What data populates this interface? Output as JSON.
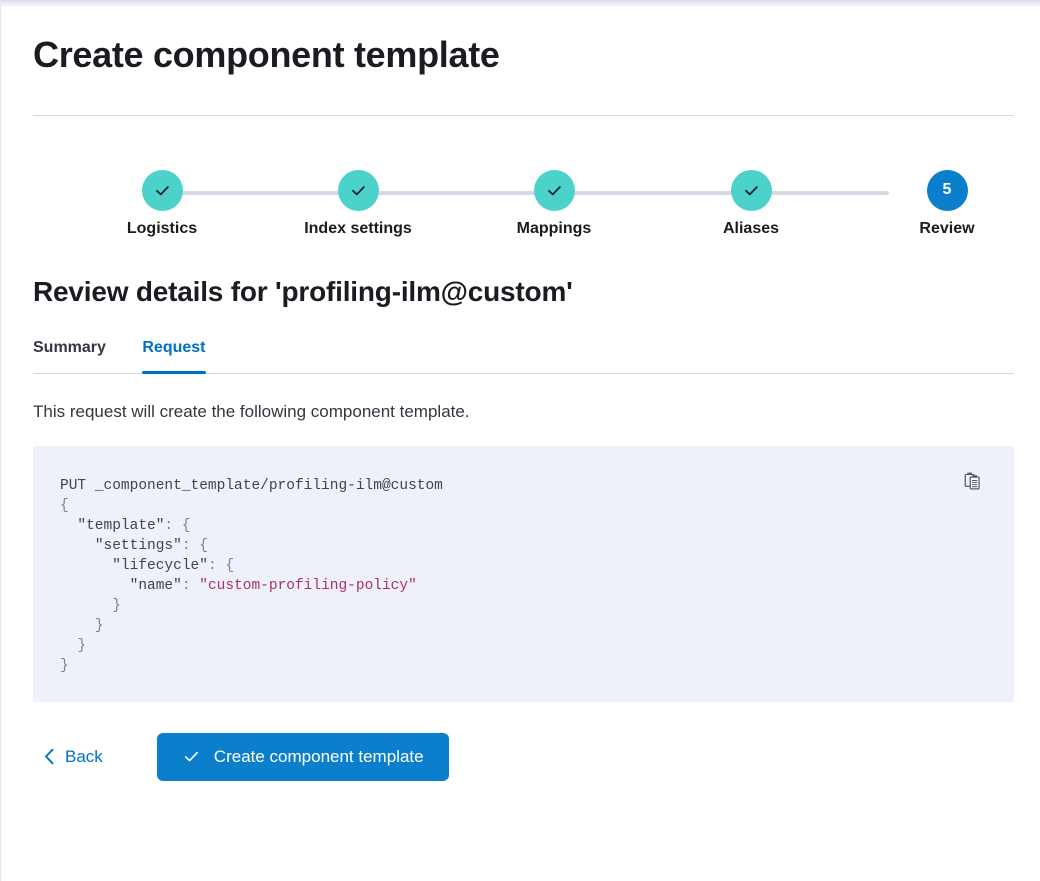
{
  "page": {
    "title": "Create component template"
  },
  "steps": {
    "items": [
      {
        "label": "Logistics",
        "state": "done",
        "number": "1",
        "icon": "check-icon"
      },
      {
        "label": "Index settings",
        "state": "done",
        "number": "2",
        "icon": "check-icon"
      },
      {
        "label": "Mappings",
        "state": "done",
        "number": "3",
        "icon": "check-icon"
      },
      {
        "label": "Aliases",
        "state": "done",
        "number": "4",
        "icon": "check-icon"
      },
      {
        "label": "Review",
        "state": "current",
        "number": "5",
        "icon": ""
      }
    ],
    "colors": {
      "done": "#4dd2cb",
      "current": "#0b7fcb",
      "track": "#d3dae6"
    }
  },
  "review": {
    "heading": "Review details for 'profiling-ilm@custom'",
    "tabs": [
      {
        "label": "Summary",
        "active": false
      },
      {
        "label": "Request",
        "active": true
      }
    ],
    "description": "This request will create the following component template.",
    "code": {
      "method": "PUT",
      "path": "_component_template/profiling-ilm@custom",
      "lines": [
        "PUT _component_template/profiling-ilm@custom",
        "{",
        "  \"template\": {",
        "    \"settings\": {",
        "      \"lifecycle\": {",
        "        \"name\": \"custom-profiling-policy\"",
        "      }",
        "    }",
        "  }",
        "}"
      ],
      "string_value": "custom-profiling-policy",
      "copy_icon": "copy-clipboard-icon",
      "background": "#eef1fa",
      "string_color": "#a8326b"
    }
  },
  "footer": {
    "back_label": "Back",
    "back_icon": "chevron-left-icon",
    "submit_label": "Create component template",
    "submit_icon": "check-icon",
    "submit_color": "#0b7fcb"
  }
}
